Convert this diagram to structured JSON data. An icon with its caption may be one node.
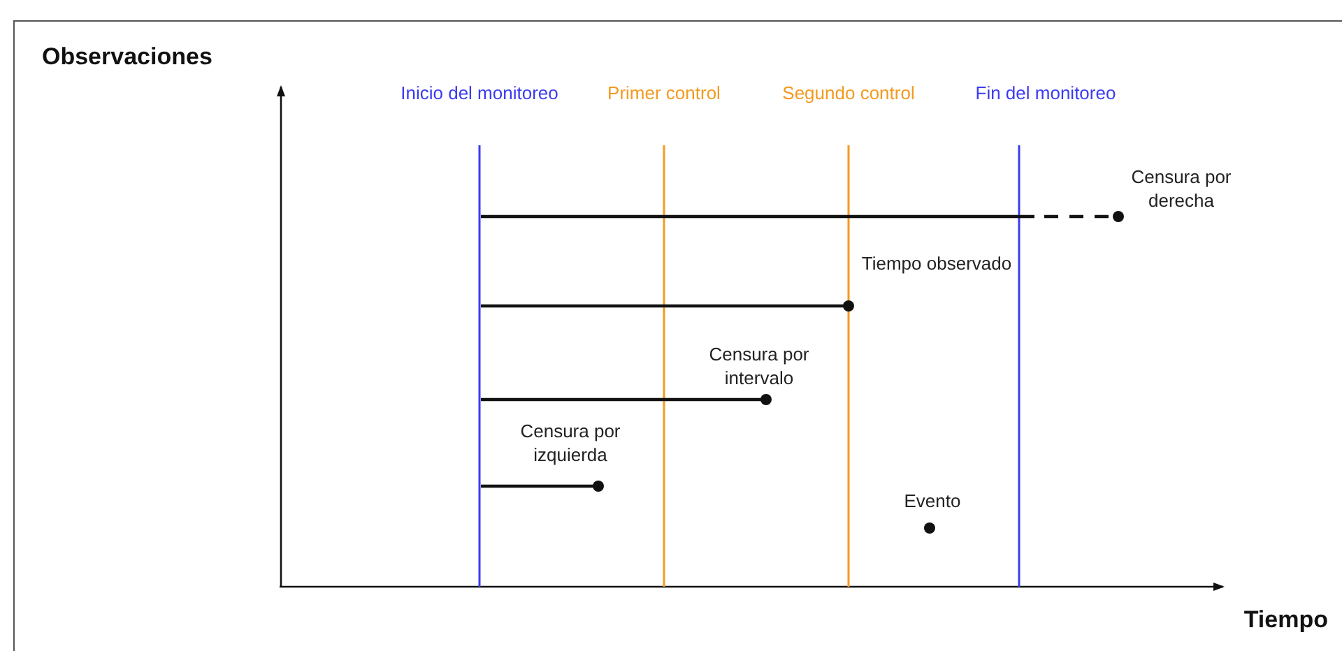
{
  "diagram": {
    "labels": [
      "Observaciones",
      "Inicio del monitoreo",
      "Primer control",
      "Segundo control",
      "Fin del monitoreo",
      "Censura por derecha",
      "Tiempo observado",
      "Censura por intervalo",
      "Censura por izquierda",
      "Evento",
      "Tiempo"
    ]
  }
}
